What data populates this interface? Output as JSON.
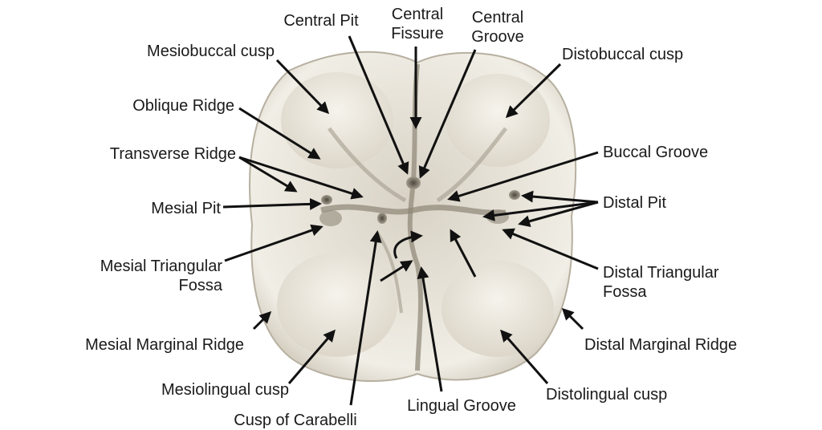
{
  "labels": {
    "central_pit": "Central Pit",
    "central_fissure_1": "Central",
    "central_fissure_2": "Fissure",
    "central_groove_1": "Central",
    "central_groove_2": "Groove",
    "mesiobuccal_cusp": "Mesiobuccal cusp",
    "distobuccal_cusp": "Distobuccal cusp",
    "oblique_ridge": "Oblique Ridge",
    "transverse_ridge": "Transverse Ridge",
    "buccal_groove": "Buccal Groove",
    "mesial_pit": "Mesial Pit",
    "distal_pit": "Distal Pit",
    "mesial_triangular_fossa_1": "Mesial Triangular",
    "mesial_triangular_fossa_2": "Fossa",
    "distal_triangular_fossa_1": "Distal Triangular",
    "distal_triangular_fossa_2": "Fossa",
    "mesial_marginal_ridge": "Mesial Marginal Ridge",
    "distal_marginal_ridge": "Distal Marginal Ridge",
    "mesiolingual_cusp": "Mesiolingual cusp",
    "distolingual_cusp": "Distolingual cusp",
    "lingual_groove": "Lingual Groove",
    "cusp_of_carabelli": "Cusp of Carabelli"
  },
  "colors": {
    "tooth_light": "#efece4",
    "tooth_mid": "#d9d4c8",
    "tooth_shadow": "#a8a293",
    "groove_dark": "#6b6557",
    "arrow": "#111111",
    "text": "#1a1a1a"
  }
}
